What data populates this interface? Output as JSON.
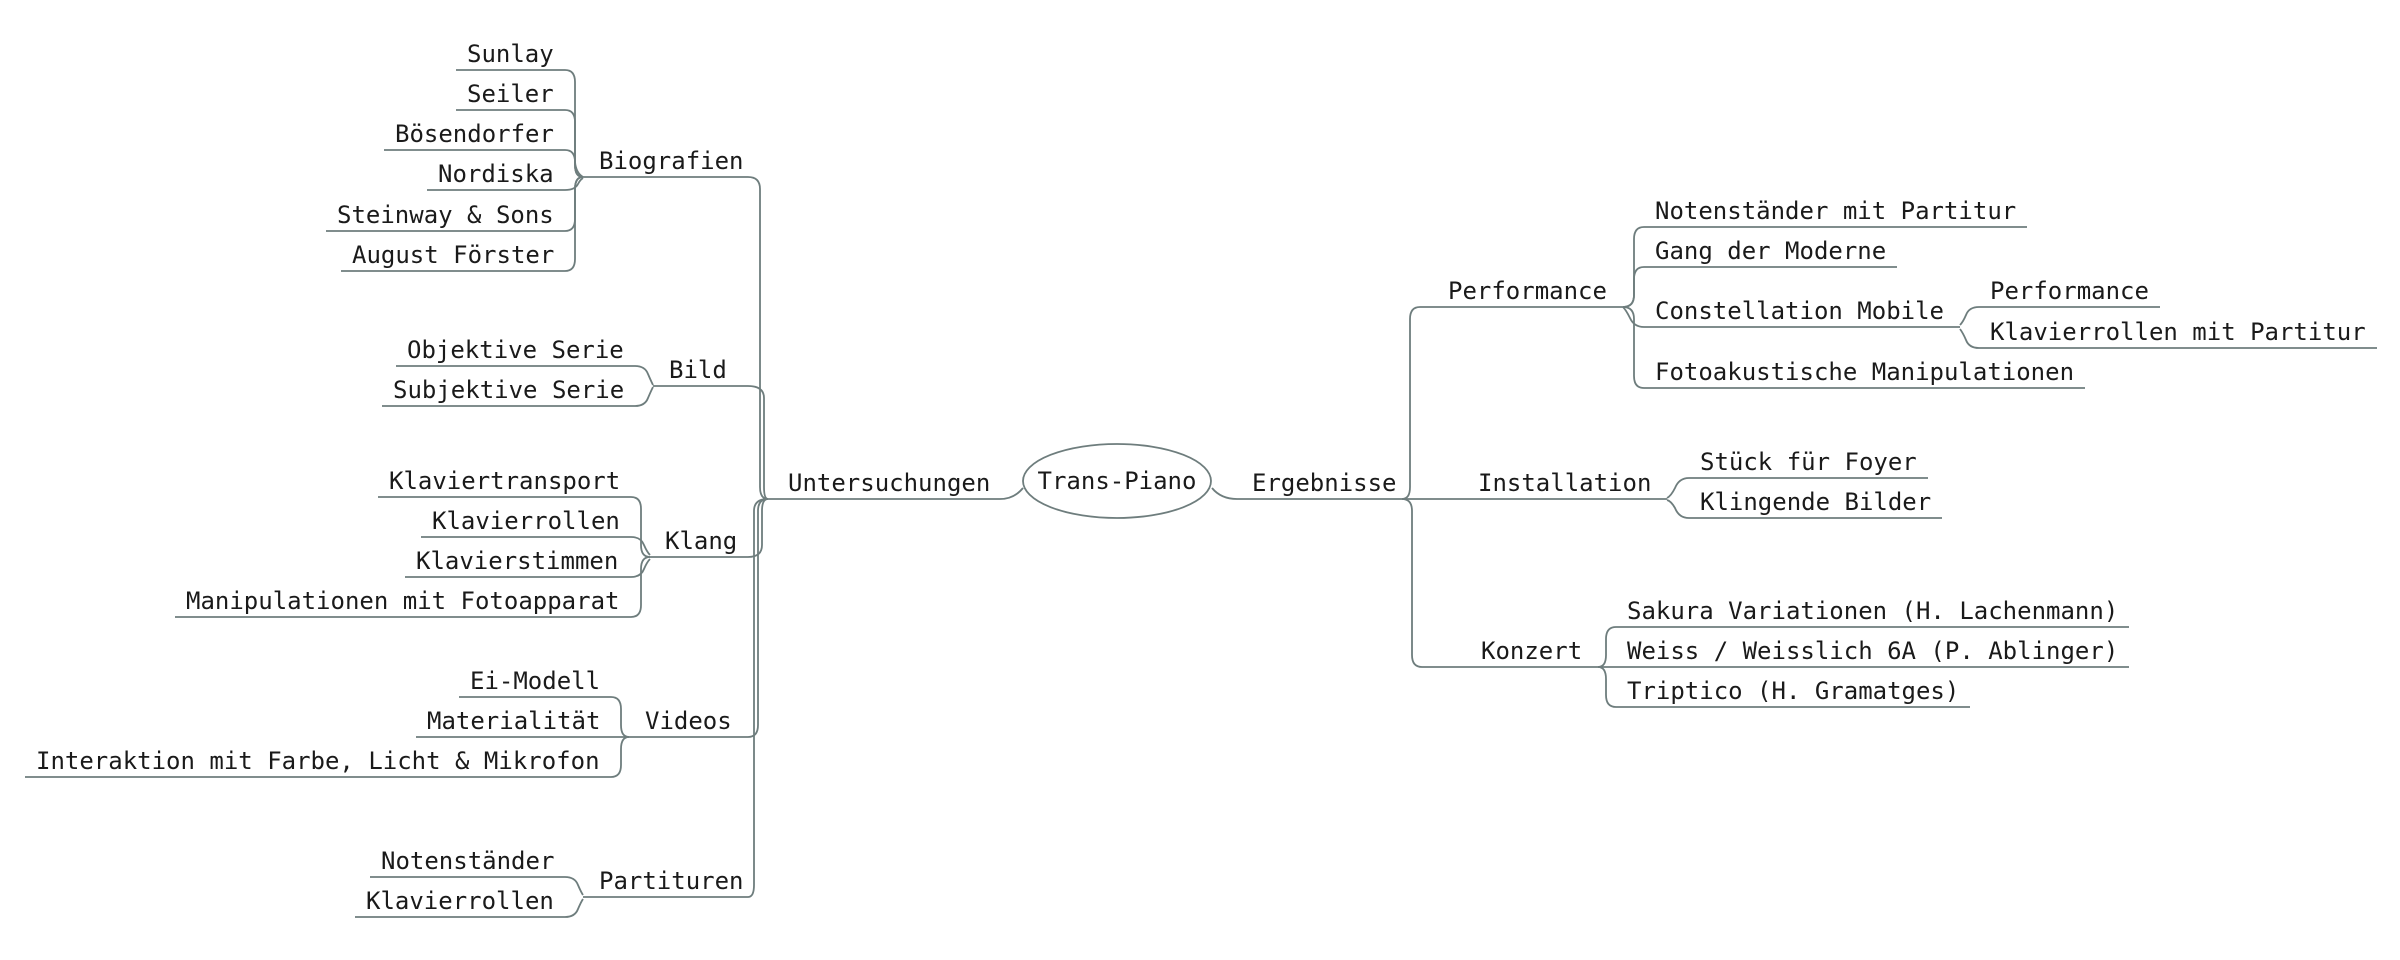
{
  "app": {
    "kind": "mind-map",
    "colors": {
      "edge": "#6e7d7d",
      "text": "#1a1a1a",
      "background": "#ffffff"
    }
  },
  "map": {
    "root": {
      "label": "Trans-Piano"
    },
    "left": {
      "label": "Untersuchungen",
      "children": [
        {
          "label": "Biografien",
          "children": [
            {
              "label": "Sunlay"
            },
            {
              "label": "Seiler"
            },
            {
              "label": "Bösendorfer"
            },
            {
              "label": "Nordiska"
            },
            {
              "label": "Steinway & Sons"
            },
            {
              "label": "August Förster"
            }
          ]
        },
        {
          "label": "Bild",
          "children": [
            {
              "label": "Objektive Serie"
            },
            {
              "label": "Subjektive Serie"
            }
          ]
        },
        {
          "label": "Klang",
          "children": [
            {
              "label": "Klaviertransport"
            },
            {
              "label": "Klavierrollen"
            },
            {
              "label": "Klavierstimmen"
            },
            {
              "label": "Manipulationen mit Fotoapparat"
            }
          ]
        },
        {
          "label": "Videos",
          "children": [
            {
              "label": "Ei-Modell"
            },
            {
              "label": "Materialität"
            },
            {
              "label": "Interaktion mit Farbe, Licht & Mikrofon"
            }
          ]
        },
        {
          "label": "Partituren",
          "children": [
            {
              "label": "Notenständer"
            },
            {
              "label": "Klavierrollen"
            }
          ]
        }
      ]
    },
    "right": {
      "label": "Ergebnisse",
      "children": [
        {
          "label": "Performance",
          "children": [
            {
              "label": "Notenständer mit Partitur"
            },
            {
              "label": "Gang der Moderne"
            },
            {
              "label": "Constellation Mobile",
              "children": [
                {
                  "label": "Performance"
                },
                {
                  "label": "Klavierrollen mit Partitur"
                }
              ]
            },
            {
              "label": "Fotoakustische Manipulationen"
            }
          ]
        },
        {
          "label": "Installation",
          "children": [
            {
              "label": "Stück für Foyer"
            },
            {
              "label": "Klingende Bilder"
            }
          ]
        },
        {
          "label": "Konzert",
          "children": [
            {
              "label": "Sakura Variationen (H. Lachenmann)"
            },
            {
              "label": "Weiss / Weisslich 6A (P. Ablinger)"
            },
            {
              "label": "Triptico (H. Gramatges)"
            }
          ]
        }
      ]
    }
  }
}
